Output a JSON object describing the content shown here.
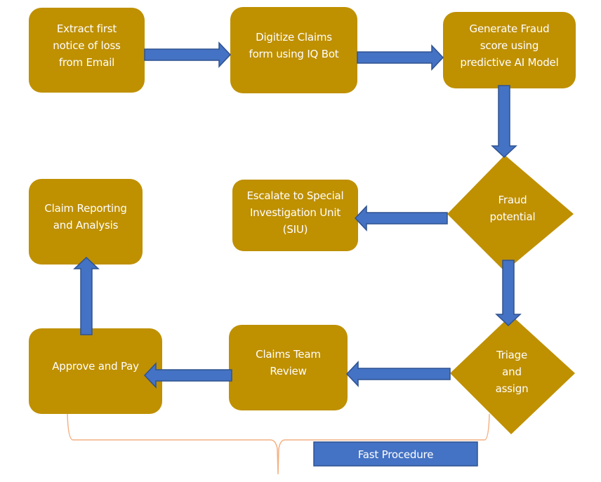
{
  "diagram": {
    "colors": {
      "node_fill": "#BF9000",
      "arrow_fill": "#4472C4",
      "arrow_stroke": "#2F528F",
      "brace_stroke": "#F4B183",
      "label_fill": "#4472C4",
      "text": "#FFFFFF"
    },
    "nodes": {
      "extract": {
        "label": "Extract first\nnotice of loss\nfrom Email",
        "shape": "rounded-rectangle"
      },
      "digitize": {
        "label": "Digitize Claims\nform using IQ Bot",
        "shape": "rounded-rectangle"
      },
      "fraud_score": {
        "label": "Generate Fraud\nscore using\npredictive AI Model",
        "shape": "rounded-rectangle"
      },
      "fraud_potential": {
        "label": "Fraud\npotential",
        "shape": "diamond"
      },
      "escalate": {
        "label": "Escalate to Special\nInvestigation Unit\n(SIU)",
        "shape": "rounded-rectangle"
      },
      "triage": {
        "label": "Triage\nand\nassign",
        "shape": "diamond"
      },
      "team_review": {
        "label": "Claims Team\nReview",
        "shape": "rounded-rectangle"
      },
      "approve": {
        "label": "Approve and Pay",
        "shape": "rounded-rectangle"
      },
      "reporting": {
        "label": "Claim Reporting\nand Analysis",
        "shape": "rounded-rectangle"
      }
    },
    "edges": [
      {
        "from": "extract",
        "to": "digitize",
        "direction": "right"
      },
      {
        "from": "digitize",
        "to": "fraud_score",
        "direction": "right"
      },
      {
        "from": "fraud_score",
        "to": "fraud_potential",
        "direction": "down"
      },
      {
        "from": "fraud_potential",
        "to": "escalate",
        "direction": "left"
      },
      {
        "from": "fraud_potential",
        "to": "triage",
        "direction": "down"
      },
      {
        "from": "triage",
        "to": "team_review",
        "direction": "left"
      },
      {
        "from": "team_review",
        "to": "approve",
        "direction": "left"
      },
      {
        "from": "approve",
        "to": "reporting",
        "direction": "up"
      }
    ],
    "brace": {
      "spans": [
        "approve",
        "team_review",
        "triage"
      ],
      "label": "Fast Procedure"
    }
  }
}
